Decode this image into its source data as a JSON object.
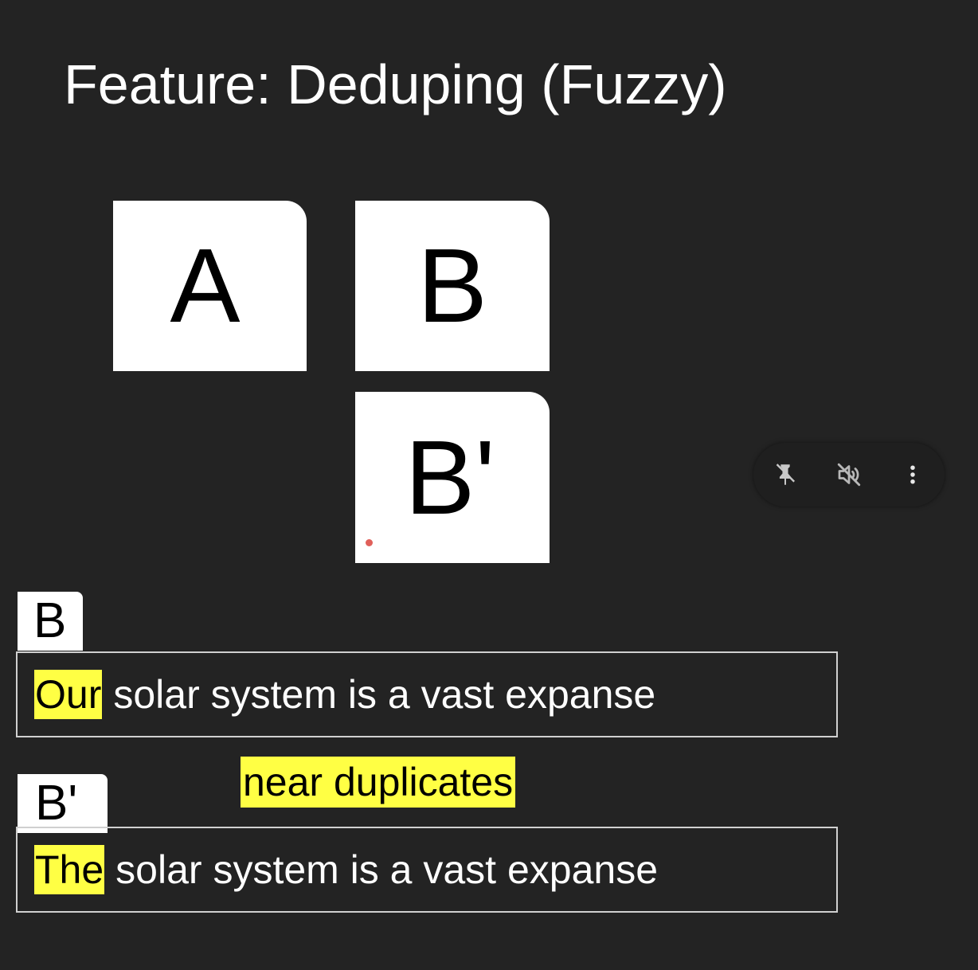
{
  "slide": {
    "title": "Feature: Deduping (Fuzzy)",
    "cards": {
      "a": "A",
      "b": "B",
      "b_prime": "B'"
    },
    "examples": {
      "b": {
        "tag": "B",
        "highlight": "Our",
        "rest": "solar system is a vast expanse"
      },
      "b_prime": {
        "tag": "B'",
        "highlight": "The",
        "rest": "solar system is a vast expanse"
      }
    },
    "label": "near duplicates"
  },
  "controls": {
    "pin_icon": "pin-off-icon",
    "mute_icon": "volume-off-icon",
    "more_icon": "more-vertical-icon"
  },
  "colors": {
    "background": "#232323",
    "highlight": "#ffff44",
    "card": "#ffffff",
    "cursor_dot": "#e0605a"
  }
}
